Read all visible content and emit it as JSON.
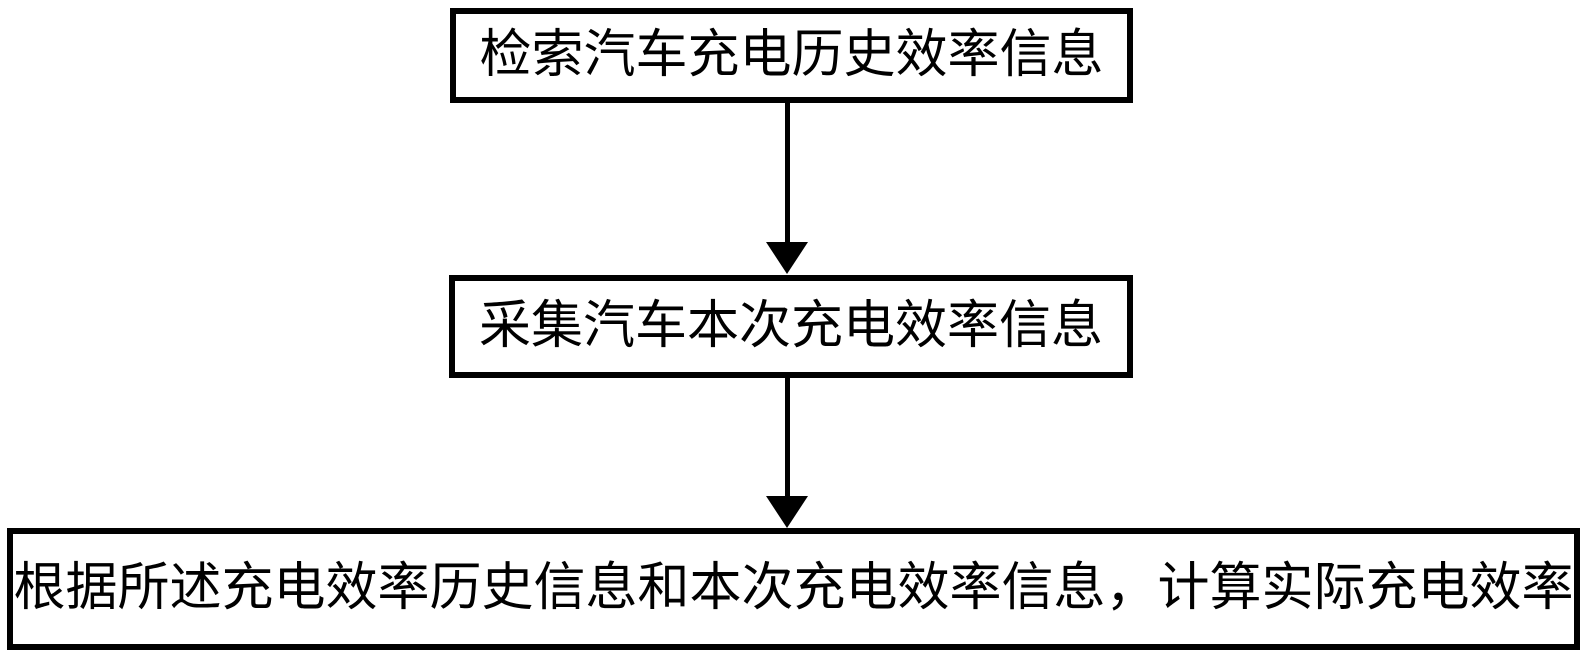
{
  "diagram": {
    "type": "flowchart",
    "background_color": "#ffffff",
    "stroke_color": "#000000",
    "boxes": [
      {
        "id": "step-1",
        "text": "检索汽车充电历史效率信息"
      },
      {
        "id": "step-2",
        "text": "采集汽车本次充电效率信息"
      },
      {
        "id": "step-3",
        "text": "根据所述充电效率历史信息和本次充电效率信息，计算实际充电效率"
      }
    ],
    "arrows": [
      {
        "from": "step-1",
        "to": "step-2",
        "direction": "down"
      },
      {
        "from": "step-2",
        "to": "step-3",
        "direction": "down"
      }
    ]
  }
}
